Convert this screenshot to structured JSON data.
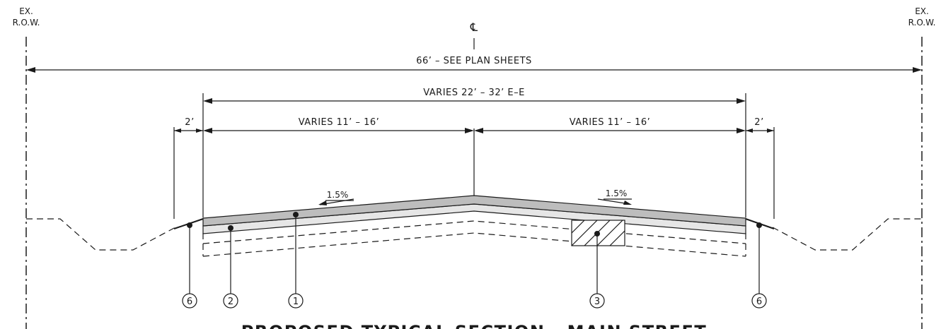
{
  "labels": {
    "row_left": [
      "EX.",
      "R.O.W."
    ],
    "row_right": [
      "EX.",
      "R.O.W."
    ],
    "centerline": "℄",
    "dim_total": "66’ – SEE PLAN SHEETS",
    "dim_pavement": "VARIES 22’ – 32’ E–E",
    "dim_lane_left": "VARIES 11’ – 16’",
    "dim_lane_right": "VARIES 11’ – 16’",
    "dim_shoulder_left": "2’",
    "dim_shoulder_right": "2’",
    "slope_left": "1.5%",
    "slope_right": "1.5%",
    "title": "PROPOSED TYPICAL SECTION - MAIN STREET"
  },
  "callouts": [
    "6",
    "2",
    "1",
    "3",
    "6"
  ]
}
